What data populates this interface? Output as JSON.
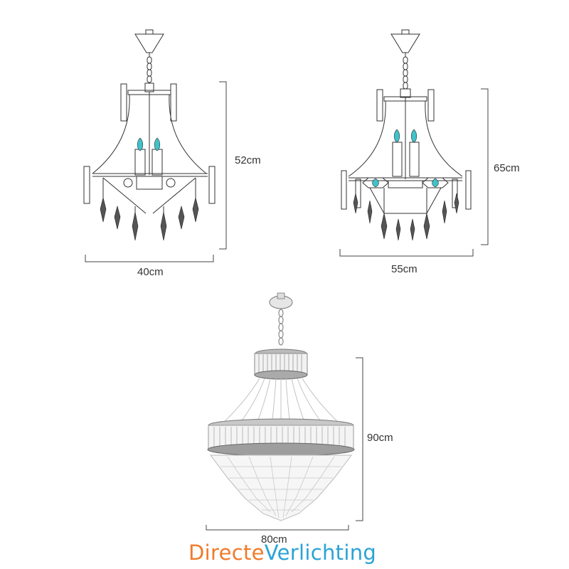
{
  "diagrams": [
    {
      "name": "small-chandelier",
      "width_label": "40cm",
      "height_label": "52cm"
    },
    {
      "name": "medium-chandelier",
      "width_label": "55cm",
      "height_label": "65cm"
    },
    {
      "name": "large-crystal-chandelier",
      "width_label": "80cm",
      "height_label": "90cm"
    }
  ],
  "brand": {
    "part1": "Directe",
    "part2": "Verlichting"
  },
  "colors": {
    "line": "#333333",
    "bulb": "#3fc2c9",
    "brand_orange": "#f07b2b",
    "brand_blue": "#2aa3d6"
  }
}
